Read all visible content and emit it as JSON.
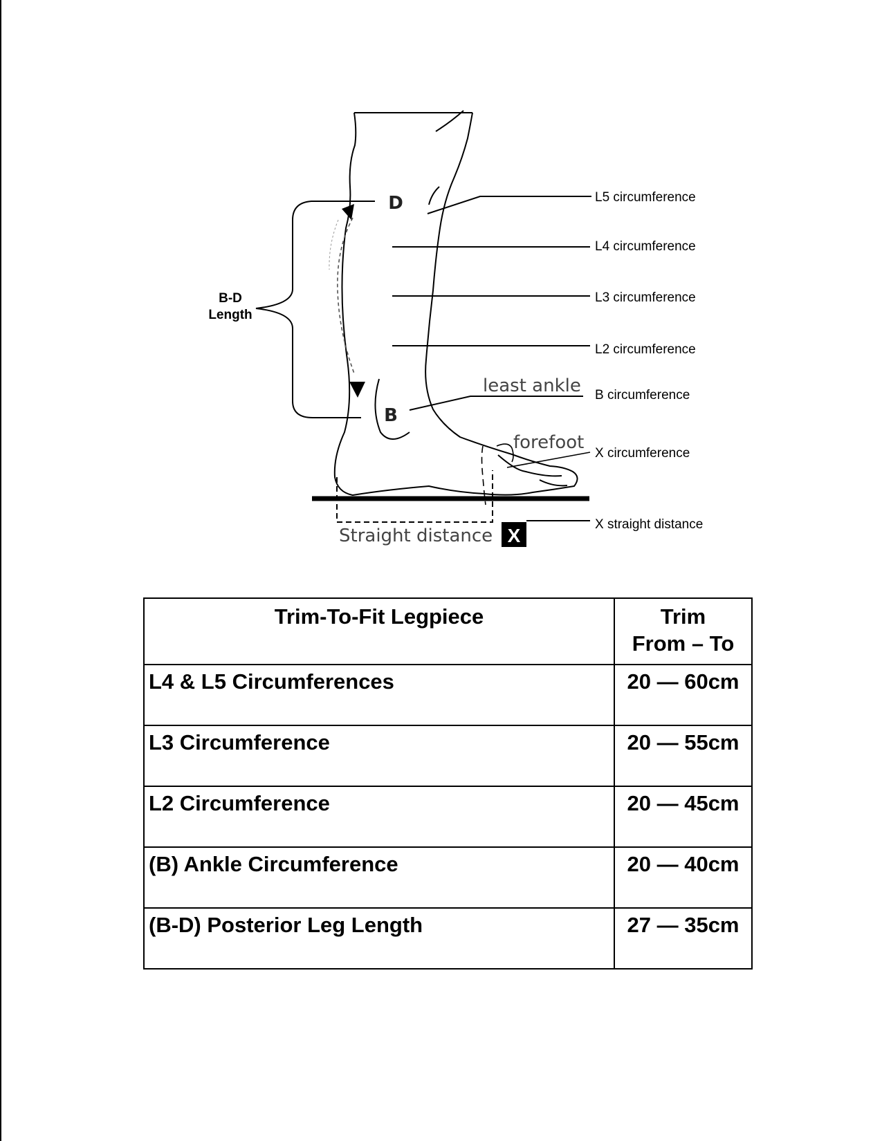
{
  "diagram": {
    "point_d": "D",
    "point_b": "B",
    "bd_length_line1": "B-D",
    "bd_length_line2": "Length",
    "least_ankle": "least ankle",
    "forefoot": "forefoot",
    "straight_distance": "Straight distance",
    "x_box": "X",
    "callouts": {
      "l5": "L5 circumference",
      "l4": "L4 circumference",
      "l3": "L3 circumference",
      "l2": "L2 circumference",
      "b": "B circumference",
      "x": "X circumference",
      "x_straight": "X straight distance"
    }
  },
  "table": {
    "header_name": "Trim-To-Fit Legpiece",
    "header_trim_line1": "Trim",
    "header_trim_line2": "From – To",
    "rows": [
      {
        "name": "L4 & L5 Circumferences",
        "range": "20 — 60cm"
      },
      {
        "name": "L3 Circumference",
        "range": "20 — 55cm"
      },
      {
        "name": "L2 Circumference",
        "range": "20 — 45cm"
      },
      {
        "name": "(B) Ankle Circumference",
        "range": "20 — 40cm"
      },
      {
        "name": "(B-D) Posterior Leg Length",
        "range": "27 — 35cm"
      }
    ]
  }
}
